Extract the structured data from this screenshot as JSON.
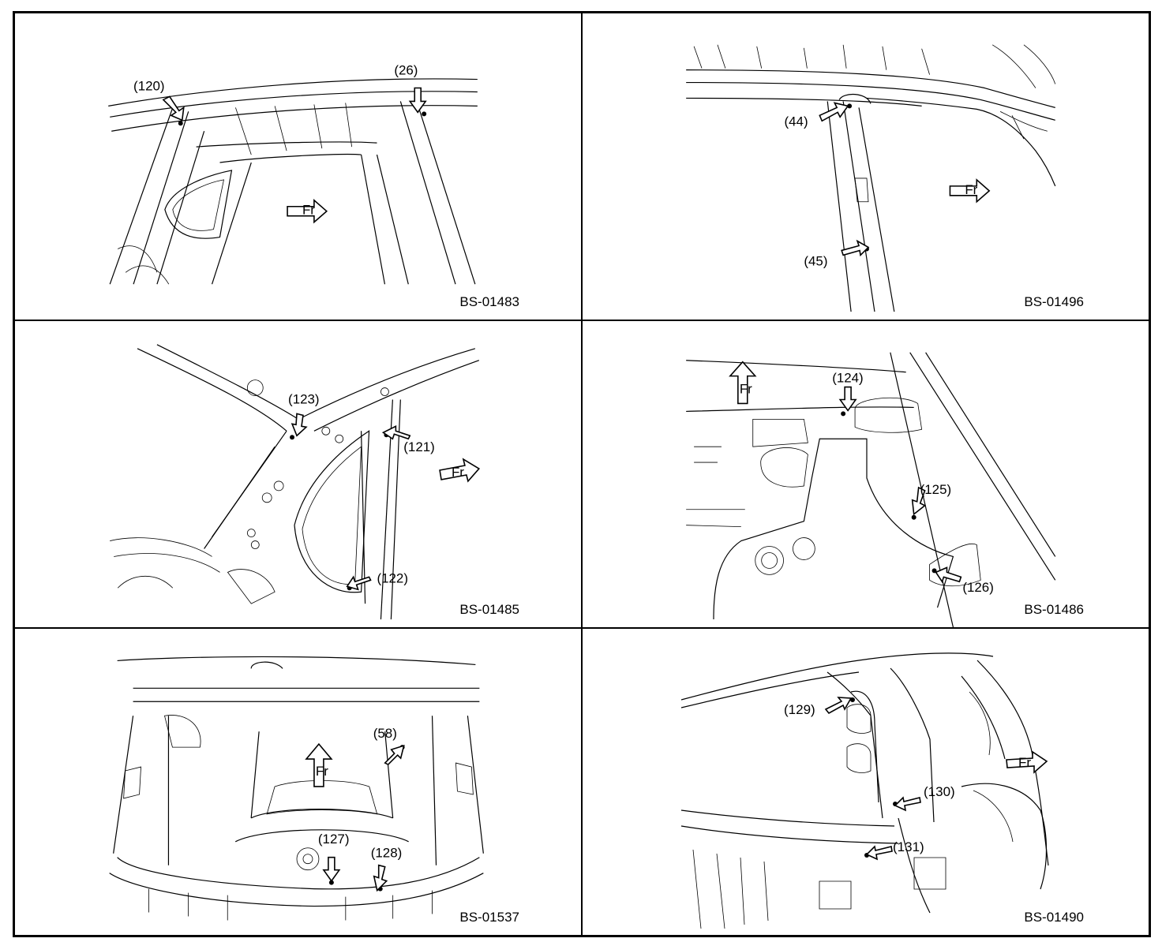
{
  "panels": [
    {
      "code": "BS-01483",
      "callouts": [
        "(120)",
        "(26)"
      ],
      "direction_label": "Fr"
    },
    {
      "code": "BS-01496",
      "callouts": [
        "(44)",
        "(45)"
      ],
      "direction_label": "Fr"
    },
    {
      "code": "BS-01485",
      "callouts": [
        "(123)",
        "(121)",
        "(122)"
      ],
      "direction_label": "Fr"
    },
    {
      "code": "BS-01486",
      "callouts": [
        "(124)",
        "(125)",
        "(126)"
      ],
      "direction_label": "Fr"
    },
    {
      "code": "BS-01537",
      "callouts": [
        "(58)",
        "(127)",
        "(128)"
      ],
      "direction_label": "Fr"
    },
    {
      "code": "BS-01490",
      "callouts": [
        "(129)",
        "(130)",
        "(131)"
      ],
      "direction_label": "Fr"
    }
  ],
  "colors": {
    "line": "#000000",
    "background": "#ffffff"
  }
}
